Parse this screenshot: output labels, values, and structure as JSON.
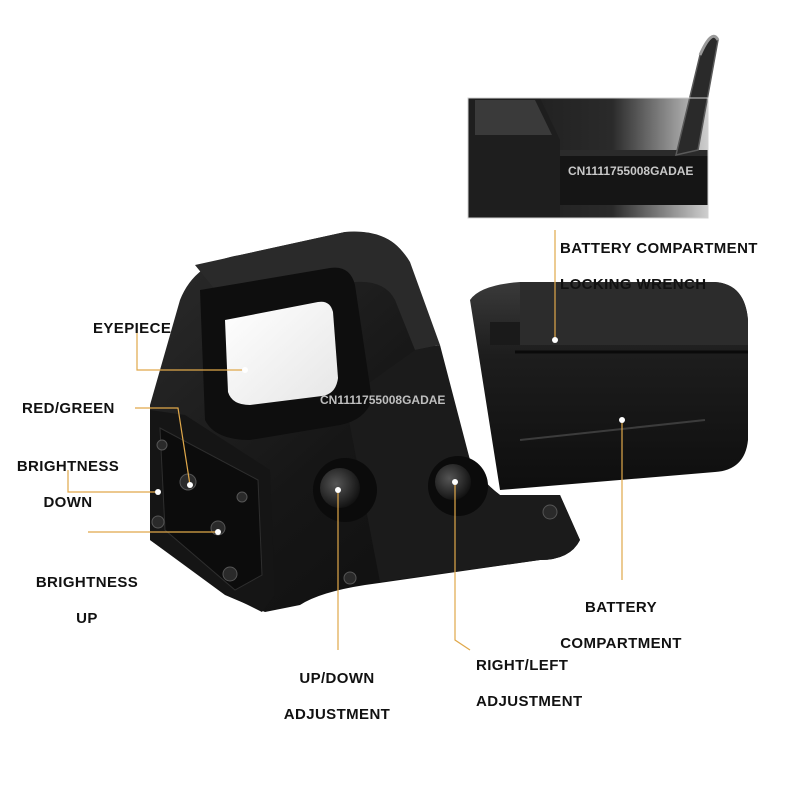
{
  "colors": {
    "body": "#141414",
    "body_mid": "#222222",
    "body_hi": "#3a3a3a",
    "leader": "#e0a84a",
    "text": "#111111"
  },
  "labels": {
    "eyepiece": [
      "EYEPIECE"
    ],
    "red_green": [
      "RED/GREEN"
    ],
    "brightness_down": [
      "BRIGHTNESS",
      "DOWN"
    ],
    "brightness_up": [
      "BRIGHTNESS",
      "UP"
    ],
    "battery_wrench": [
      "BATTERY COMPARTMENT",
      "LOCKING WRENCH"
    ],
    "battery_compartment": [
      "BATTERY",
      "COMPARTMENT"
    ],
    "up_down": [
      "UP/DOWN",
      "ADJUSTMENT"
    ],
    "right_left": [
      "RIGHT/LEFT",
      "ADJUSTMENT"
    ]
  },
  "watermarks": {
    "main": "CN1111755008GADAE",
    "inset": "CN1111755008GADAE"
  }
}
